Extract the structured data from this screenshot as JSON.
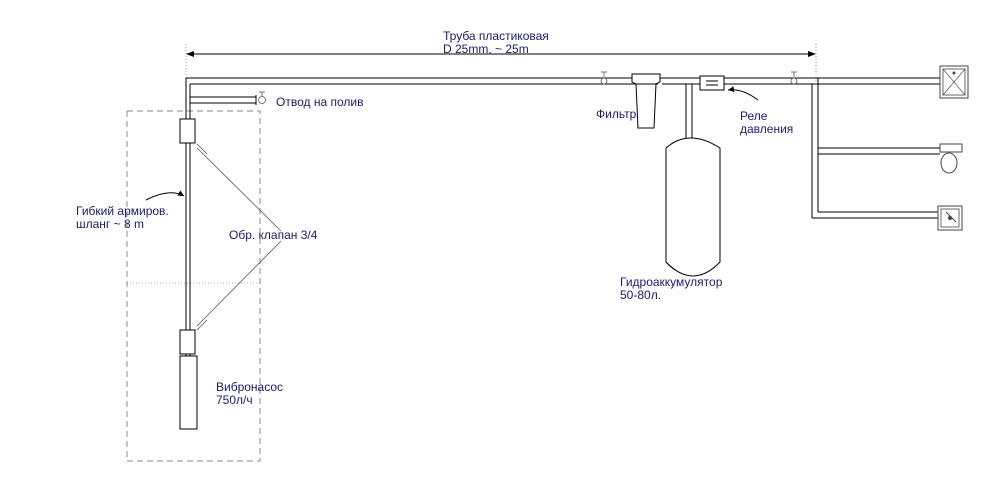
{
  "labels": {
    "pipe_line1": "Труба пластиковая",
    "pipe_line2": "D 25mm, ~ 25m",
    "tap_branch": "Отвод на полив",
    "hose_line1": "Гибкий армиров.",
    "hose_line2": "шланг ~ 8 m",
    "check_valve": "Обр. клапан 3/4",
    "pump_line1": "Вибронасос",
    "pump_line2": "750л/ч",
    "filter": "Фильтр",
    "relay_line1": "Реле",
    "relay_line2": "давления",
    "accum_line1": "Гидроаккумулятор",
    "accum_line2": "50-80л."
  },
  "colors": {
    "label_text": "#1a1a6e",
    "line": "#000000",
    "dashed_frame": "#888888"
  },
  "icons": [
    "tap-icon",
    "sink-icon",
    "washbasin-icon",
    "toilet-icon"
  ]
}
